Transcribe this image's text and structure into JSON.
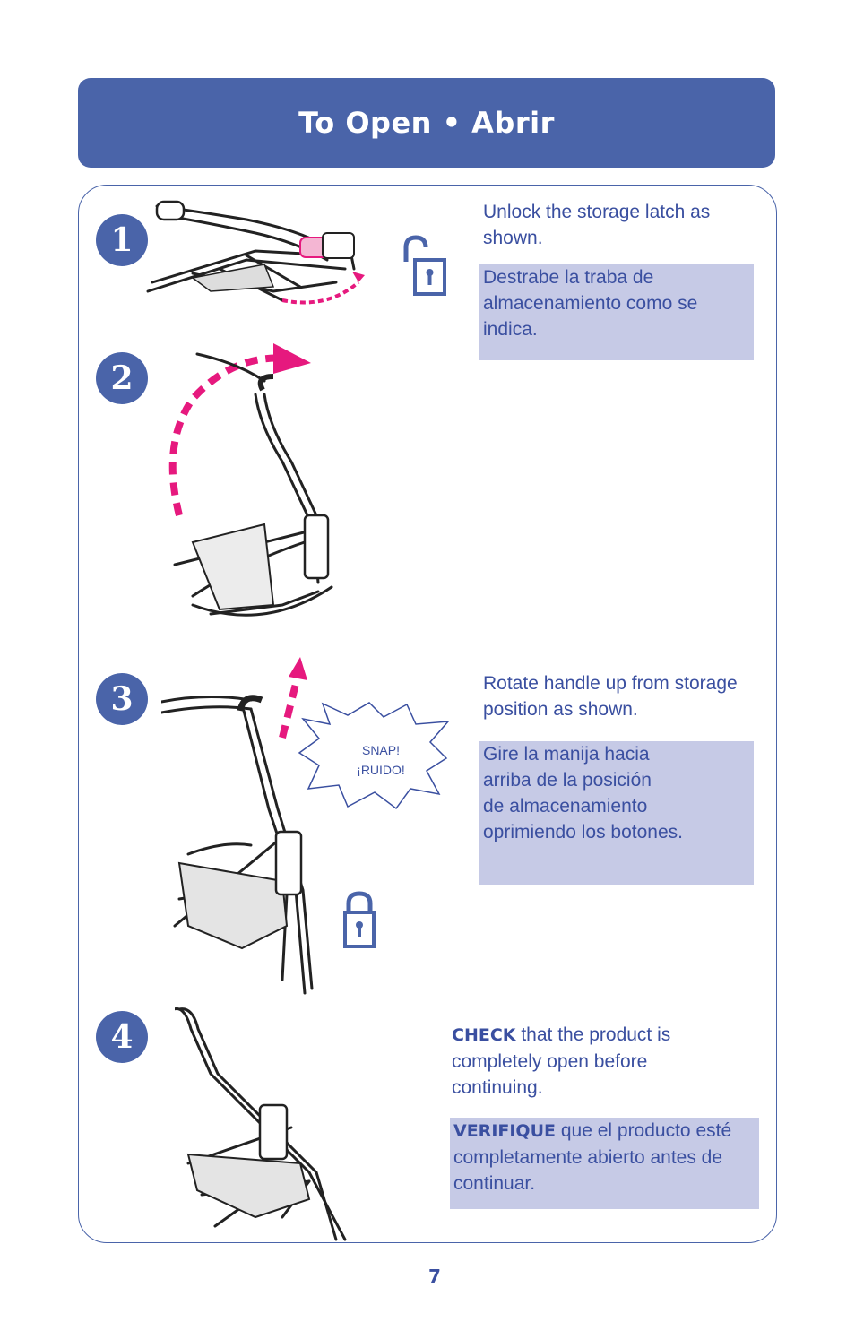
{
  "header": {
    "title": "To Open • Abrir"
  },
  "steps": [
    {
      "number": "1"
    },
    {
      "number": "2"
    },
    {
      "number": "3"
    },
    {
      "number": "4"
    }
  ],
  "instructions": {
    "unlock_en": "Unlock the storage latch as shown.",
    "unlock_es": "Destrabe la traba de almacenamiento como se indica.",
    "rotate_en": "Rotate handle up from storage position as shown.",
    "rotate_es_lines": [
      "Gire la manija hacia",
      "arriba de la posición",
      "de almacenamiento",
      "oprimiendo los botones."
    ],
    "check_en_bold": "CHECK",
    "check_en_rest": " that the product is completely open before continuing.",
    "check_es_bold": "VERIFIQUE",
    "check_es_rest": " que el producto esté completamente abierto antes de continuar."
  },
  "snap_callout": {
    "line1": "SNAP!",
    "line2": "¡RUIDO!"
  },
  "icons": {
    "unlocked": "padlock-open-icon",
    "locked": "padlock-closed-icon"
  },
  "colors": {
    "brand_blue": "#4a64a9",
    "text_blue": "#3a4fa0",
    "spanish_bg": "#c6cae6",
    "arrow_magenta": "#e6197e"
  },
  "footer": {
    "page_number": "7"
  }
}
